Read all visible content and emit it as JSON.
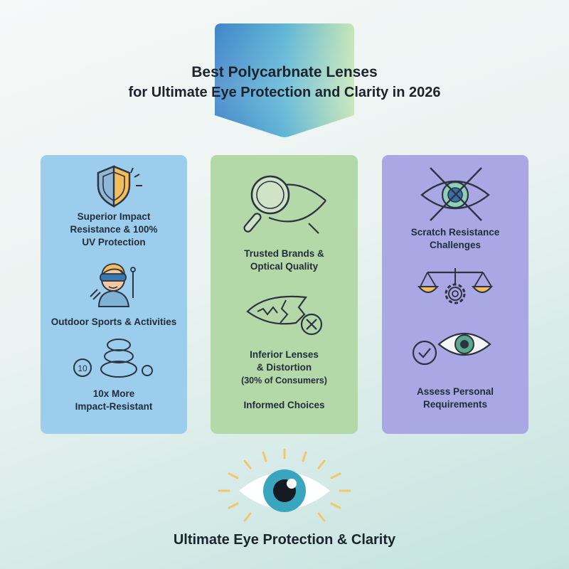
{
  "header": {
    "title_line1": "Best Polycarbnate Lenses",
    "title_line2": "for Ultimate Eye Protection and Clarity in 2026"
  },
  "panels": [
    {
      "color": "#9ccdec",
      "items": [
        {
          "icon": "shield-sun-icon",
          "label_lines": [
            "Superior Impact",
            "Resistance & 100%",
            "UV Protection"
          ]
        },
        {
          "icon": "athlete-goggles-icon",
          "label_lines": [
            "Outdoor Sports & Activities"
          ]
        },
        {
          "icon": "stacked-stones-icon",
          "badge": "10",
          "label_lines": [
            "10x More",
            "Impact-Resistant"
          ]
        }
      ]
    },
    {
      "color": "#b5d8a8",
      "items": [
        {
          "icon": "magnifier-eye-icon",
          "label_lines": [
            "Trusted Brands &",
            "Optical Quality"
          ]
        },
        {
          "icon": "cracked-lens-icon",
          "label_lines": [
            "Inferior Lenses",
            "& Distortion",
            "(30% of Consumers)"
          ]
        },
        {
          "icon": "none",
          "label_lines": [
            "Informed Choices"
          ]
        }
      ]
    },
    {
      "color": "#a9a8e4",
      "items": [
        {
          "icon": "crossed-eye-icon",
          "label_lines": [
            "Scratch Resistance",
            "Challenges"
          ]
        },
        {
          "icon": "balance-scale-gear-icon",
          "label_lines": []
        },
        {
          "icon": "checked-eye-icon",
          "label_lines": [
            "Assess Personal",
            "Requirements"
          ]
        }
      ]
    }
  ],
  "footer": {
    "icon": "radiant-eye-icon",
    "text": "Ultimate Eye Protection & Clarity"
  }
}
